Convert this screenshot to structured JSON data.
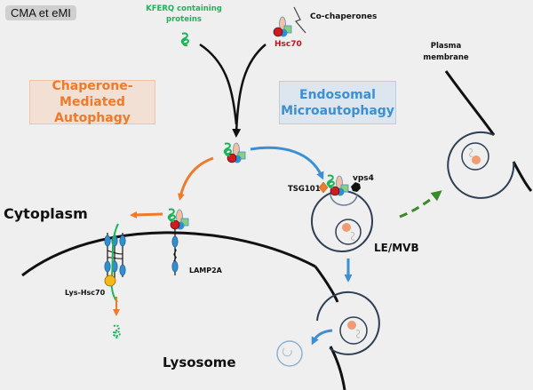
{
  "corner_tag": "CMA et eMI",
  "labels": {
    "kferq": "KFERQ containing proteins",
    "kferq_line1": "KFERQ containing",
    "kferq_line2": "proteins",
    "co_chaperones": "Co-chaperones",
    "hsc70": "Hsc70",
    "cma_box_line1": "Chaperone-Mediated",
    "cma_box_line2": "Autophagy",
    "emi_box_line1": "Endosomal",
    "emi_box_line2": "Microautophagy",
    "plasma_membrane_line1": "Plasma",
    "plasma_membrane_line2": "membrane",
    "cytoplasm": "Cytoplasm",
    "tsg101": "TSG101",
    "vps4": "vps4",
    "le_mvb": "LE/MVB",
    "lamp2a": "LAMP2A",
    "lys_hsc70": "Lys-Hsc70",
    "lysosome": "Lysosome"
  },
  "colors": {
    "background": "#efefef",
    "cma_orange": "#ee7a2a",
    "emi_blue": "#3d8fd3",
    "kferq_green": "#1db35a",
    "hsc70_red": "#c4131b",
    "export_green": "#3b8a2a",
    "membrane_dark": "#2e3e55"
  }
}
